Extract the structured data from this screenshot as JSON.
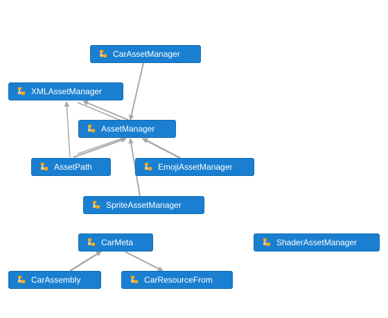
{
  "nodes": [
    {
      "id": "car-asset-manager",
      "label": "CarAssetManager",
      "icon": "class-icon"
    },
    {
      "id": "xml-asset-manager",
      "label": "XMLAssetManager",
      "icon": "class-icon"
    },
    {
      "id": "asset-manager",
      "label": "AssetManager",
      "icon": "class-icon"
    },
    {
      "id": "asset-path",
      "label": "AssetPath",
      "icon": "class-icon"
    },
    {
      "id": "emoji-asset-manager",
      "label": "EmojiAssetManager",
      "icon": "class-icon"
    },
    {
      "id": "sprite-asset-manager",
      "label": "SpriteAssetManager",
      "icon": "class-icon"
    },
    {
      "id": "car-meta",
      "label": "CarMeta",
      "icon": "class-icon"
    },
    {
      "id": "shader-asset-manager",
      "label": "ShaderAssetManager",
      "icon": "class-icon"
    },
    {
      "id": "car-assembly",
      "label": "CarAssembly",
      "icon": "class-icon"
    },
    {
      "id": "car-resource-from",
      "label": "CarResourceFrom",
      "icon": "class-icon"
    }
  ],
  "edges": [
    {
      "from": "car-asset-manager",
      "to": "asset-manager"
    },
    {
      "from": "asset-manager",
      "to": "xml-asset-manager"
    },
    {
      "from": "asset-path",
      "to": "xml-asset-manager"
    },
    {
      "from": "asset-path",
      "to": "asset-manager"
    },
    {
      "from": "emoji-asset-manager",
      "to": "asset-manager"
    },
    {
      "from": "sprite-asset-manager",
      "to": "asset-manager"
    },
    {
      "from": "car-assembly",
      "to": "car-meta"
    },
    {
      "from": "car-meta",
      "to": "car-resource-from"
    }
  ],
  "colors": {
    "node_fill": "#1a7fd0",
    "node_border": "#116bb3",
    "edge": "#a8a8a8",
    "text": "#ffffff"
  }
}
